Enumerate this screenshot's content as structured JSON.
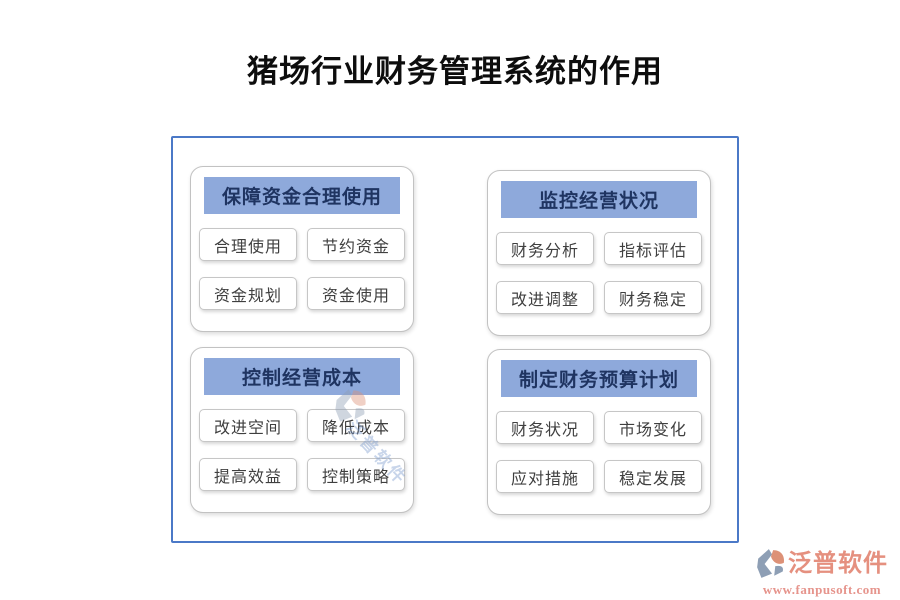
{
  "title": "猪场行业财务管理系统的作用",
  "panels": [
    {
      "header": "保障资金合理使用",
      "items": [
        "合理使用",
        "节约资金",
        "资金规划",
        "资金使用"
      ]
    },
    {
      "header": "监控经营状况",
      "items": [
        "财务分析",
        "指标评估",
        "改进调整",
        "财务稳定"
      ]
    },
    {
      "header": "控制经营成本",
      "items": [
        "改进空间",
        "降低成本",
        "提高效益",
        "控制策略"
      ]
    },
    {
      "header": "制定财务预算计划",
      "items": [
        "财务状况",
        "市场变化",
        "应对措施",
        "稳定发展"
      ]
    }
  ],
  "watermark": {
    "text": "泛普软件"
  },
  "brand": {
    "name": "泛普软件",
    "url": "www.fanpusoft.com"
  },
  "colors": {
    "header_bg": "#8EA9DB",
    "header_text": "#1F3461",
    "frame_border": "#4B79C7",
    "chip_text": "#3F3F3F",
    "brand_red": "#E5907F"
  }
}
